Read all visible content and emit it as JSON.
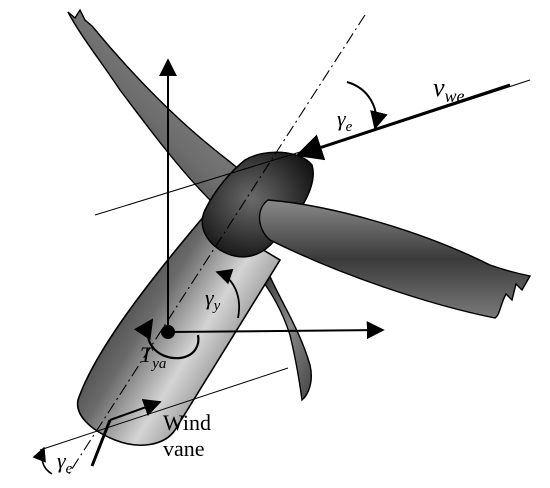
{
  "labels": {
    "gamma": "γ",
    "sub_e": "e",
    "sub_y": "y",
    "v": "v",
    "sub_we": "we",
    "t": "T",
    "sub_ya": "ya",
    "wind": "Wind",
    "vane": "vane"
  },
  "colors": {
    "line": "#000000",
    "body_dark": "#1e1e1e",
    "body_mid": "#5a5a5a",
    "body_light": "#c8c8c8"
  }
}
